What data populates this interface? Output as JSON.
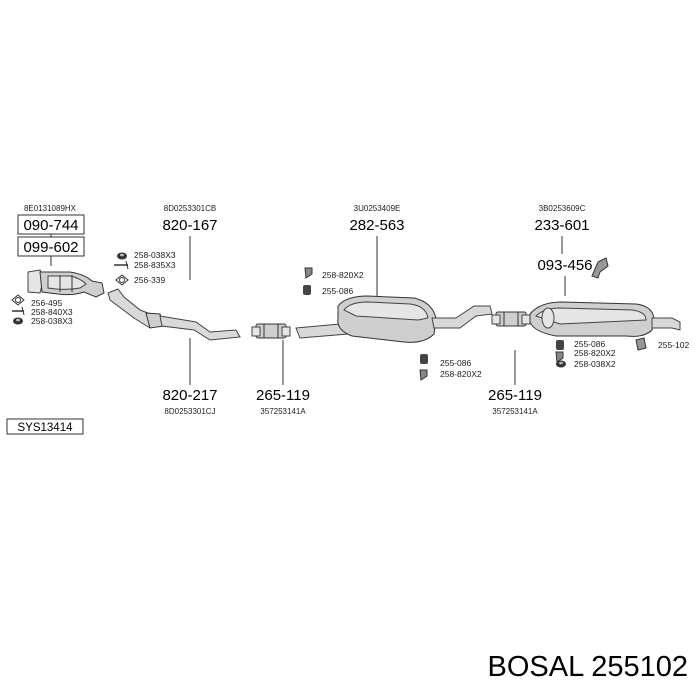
{
  "system_code": "SYS13414",
  "brand_line": "BOSAL 255102",
  "groups": {
    "cat": {
      "oem": "8E0131089HX",
      "box1": "090-744",
      "box2": "099-602",
      "small": [
        "256-495",
        "258-840X3",
        "258-038X3"
      ]
    },
    "front_pipe": {
      "oem": "8D0253301CB",
      "part": "820-167",
      "small": [
        "258-038X3",
        "258-835X3",
        "256-339"
      ]
    },
    "middle_pipe": {
      "part": "820-217",
      "oem": "8D0253301CJ"
    },
    "clamp1": {
      "part": "265-119",
      "oem": "357253141A"
    },
    "center_silencer": {
      "oem": "3U0253409E",
      "part": "282-563",
      "small_top": [
        "258-820X2",
        "255-086"
      ],
      "small_bottom": [
        "255-086",
        "258-820X2"
      ]
    },
    "clamp2": {
      "part": "265-119",
      "oem": "357253141A"
    },
    "rear_silencer": {
      "oem": "3B0253609C",
      "part": "233-601",
      "part2": "093-456",
      "small": [
        "255-086",
        "258-820X2",
        "258-038X2"
      ],
      "end": "255-102"
    }
  }
}
